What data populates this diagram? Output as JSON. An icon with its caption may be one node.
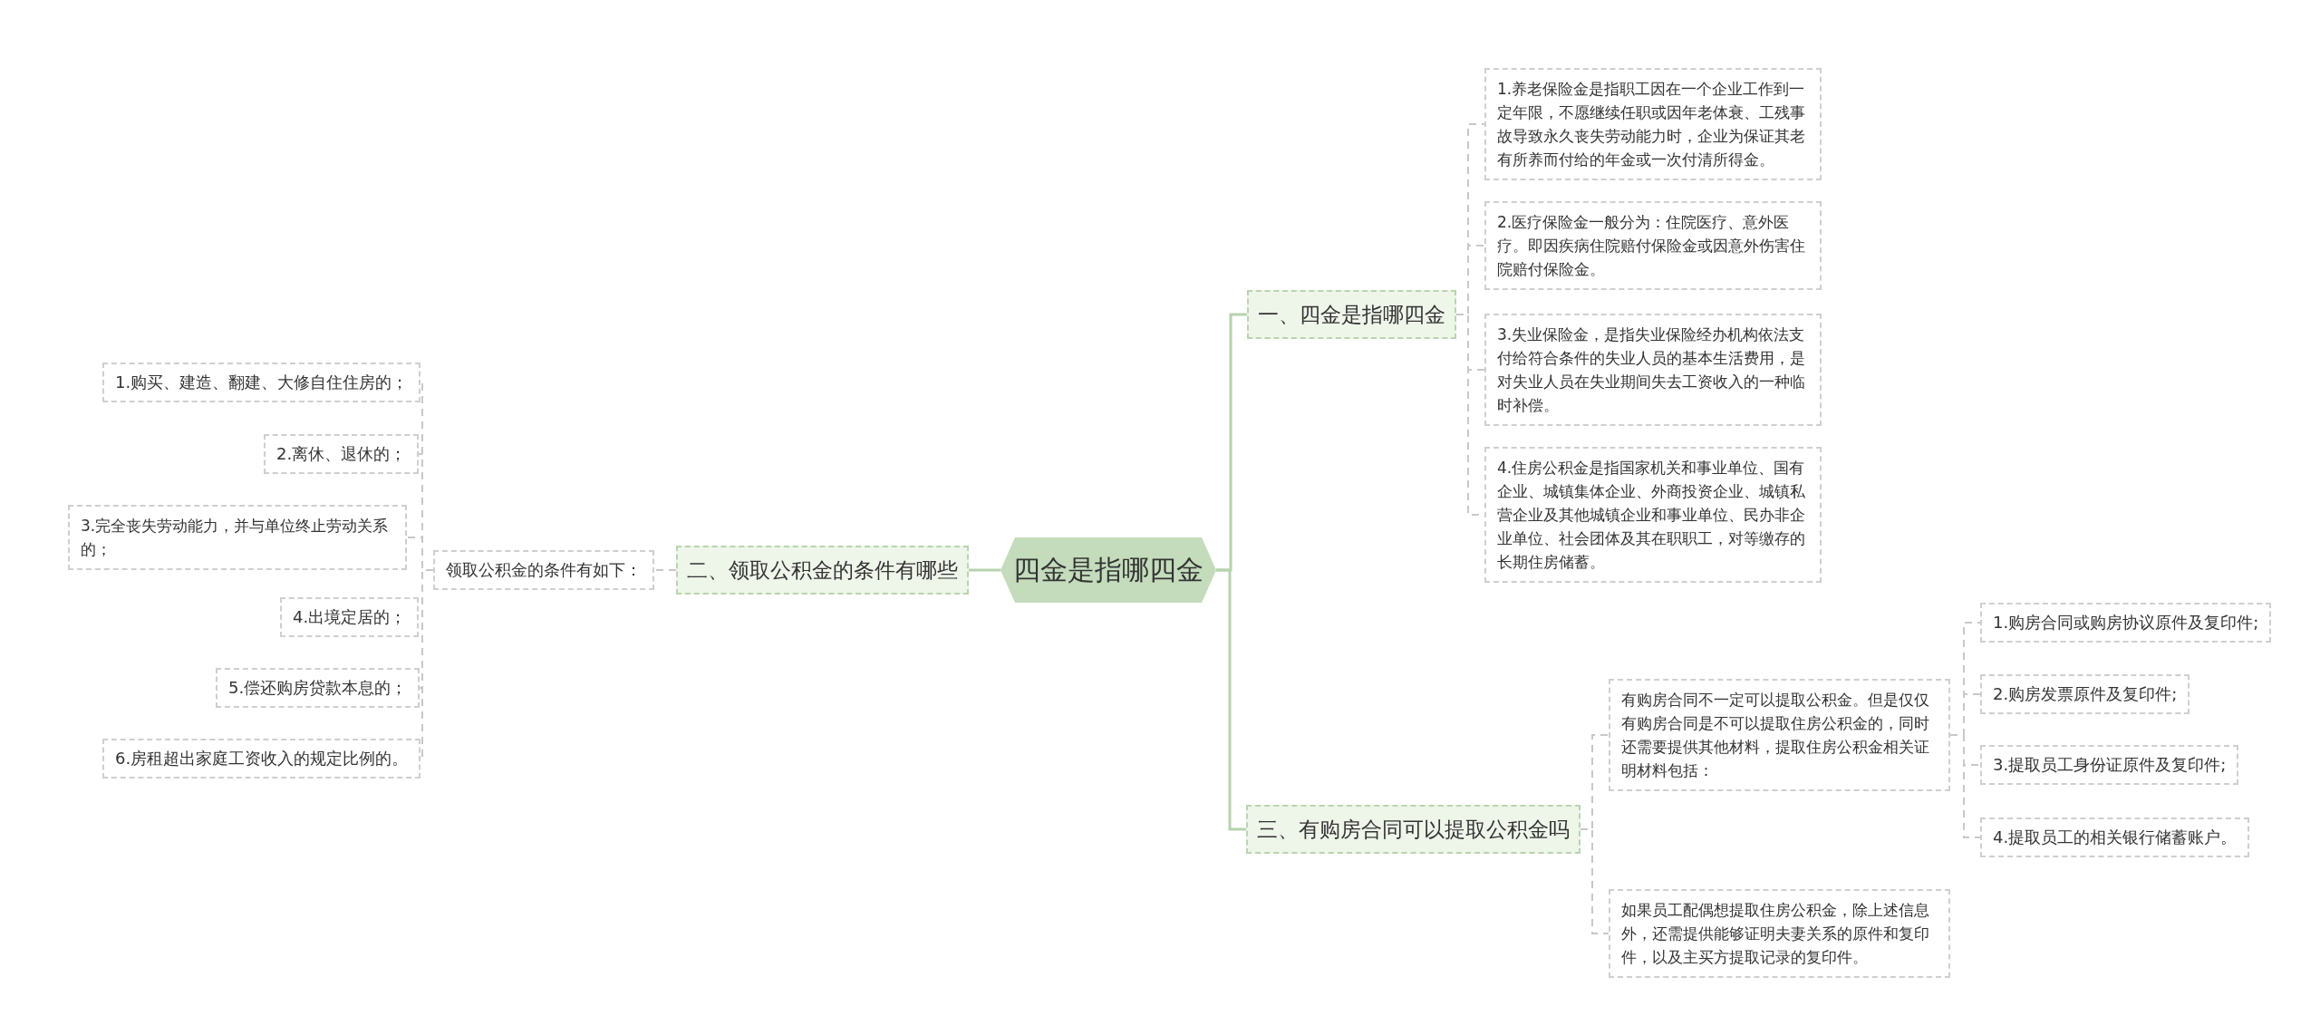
{
  "diagram": {
    "nodes": [
      {
        "text": [
          "四金是指哪四金"
        ]
      },
      {
        "text": [
          "一、四金是指哪四金"
        ]
      },
      {
        "text": [
          "1.养老保险金是指职工因在一个企业工作到一定年限，不愿继续任职或因年老体衰、工残事故导致永久丧失劳动能力时，企业为保证其老有所养而付给的年金或一次付清所得金。"
        ]
      },
      {
        "text": [
          "2.医疗保险金一般分为：住院医疗、意外医疗。即因疾病住院赔付保险金或因意外伤害住院赔付保险金。"
        ]
      },
      {
        "text": [
          "3.失业保险金，是指失业保险经办机构依法支付给符合条件的失业人员的基本生活费用，是对失业人员在失业期间失去工资收入的一种临时补偿。"
        ]
      },
      {
        "text": [
          "4.住房公积金是指国家机关和事业单位、国有企业、城镇集体企业、外商投资企业、城镇私营企业及其他城镇企业和事业单位、民办非企业单位、社会团体及其在职职工，对等缴存的长期住房储蓄。"
        ]
      },
      {
        "text": [
          "二、领取公积金的条件有哪些"
        ]
      },
      {
        "text": [
          "领取公积金的条件有如下："
        ]
      },
      {
        "text": [
          "1.购买、建造、翻建、大修自住住房的；"
        ]
      },
      {
        "text": [
          "2.离休、退休的；"
        ]
      },
      {
        "text": [
          "3.完全丧失劳动能力，并与单位终止劳动关系的；"
        ]
      },
      {
        "text": [
          "4.出境定居的；"
        ]
      },
      {
        "text": [
          "5.偿还购房贷款本息的；"
        ]
      },
      {
        "text": [
          "6.房租超出家庭工资收入的规定比例的。"
        ]
      },
      {
        "text": [
          "三、有购房合同可以提取公积金吗"
        ]
      },
      {
        "text": [
          "有购房合同不一定可以提取公积金。但是仅仅有购房合同是不可以提取住房公积金的，同时还需要提供其他材料，提取住房公积金相关证明材料包括："
        ]
      },
      {
        "text": [
          "1.购房合同或购房协议原件及复印件;"
        ]
      },
      {
        "text": [
          "2.购房发票原件及复印件;"
        ]
      },
      {
        "text": [
          "3.提取员工身份证原件及复印件;"
        ]
      },
      {
        "text": [
          "4.提取员工的相关银行储蓄账户。"
        ]
      },
      {
        "text": [
          "如果员工配偶想提取住房公积金，除上述信息外，还需提供能够证明夫妻关系的原件和复印件，以及主买方提取记录的复印件。"
        ]
      }
    ],
    "edges": [
      {
        "from": 0,
        "to": 1,
        "arrow": "none",
        "color": "#b5d3ad"
      },
      {
        "from": 1,
        "to": 2,
        "arrow": "none",
        "style": "dashed"
      },
      {
        "from": 1,
        "to": 3,
        "arrow": "none",
        "style": "dashed"
      },
      {
        "from": 1,
        "to": 4,
        "arrow": "none",
        "style": "dashed"
      },
      {
        "from": 1,
        "to": 5,
        "arrow": "none",
        "style": "dashed"
      },
      {
        "from": 0,
        "to": 6,
        "arrow": "none",
        "color": "#b5d3ad"
      },
      {
        "from": 6,
        "to": 7,
        "arrow": "none",
        "style": "dashed"
      },
      {
        "from": 7,
        "to": 8,
        "arrow": "none",
        "style": "dashed"
      },
      {
        "from": 7,
        "to": 9,
        "arrow": "none",
        "style": "dashed"
      },
      {
        "from": 7,
        "to": 10,
        "arrow": "none",
        "style": "dashed"
      },
      {
        "from": 7,
        "to": 11,
        "arrow": "none",
        "style": "dashed"
      },
      {
        "from": 7,
        "to": 12,
        "arrow": "none",
        "style": "dashed"
      },
      {
        "from": 7,
        "to": 13,
        "arrow": "none",
        "style": "dashed"
      },
      {
        "from": 0,
        "to": 14,
        "arrow": "none",
        "color": "#b5d3ad"
      },
      {
        "from": 14,
        "to": 15,
        "arrow": "none",
        "style": "dashed"
      },
      {
        "from": 15,
        "to": 16,
        "arrow": "none",
        "style": "dashed"
      },
      {
        "from": 15,
        "to": 17,
        "arrow": "none",
        "style": "dashed"
      },
      {
        "from": 15,
        "to": 18,
        "arrow": "none",
        "style": "dashed"
      },
      {
        "from": 15,
        "to": 19,
        "arrow": "none",
        "style": "dashed"
      },
      {
        "from": 14,
        "to": 20,
        "arrow": "none",
        "style": "dashed"
      }
    ]
  }
}
